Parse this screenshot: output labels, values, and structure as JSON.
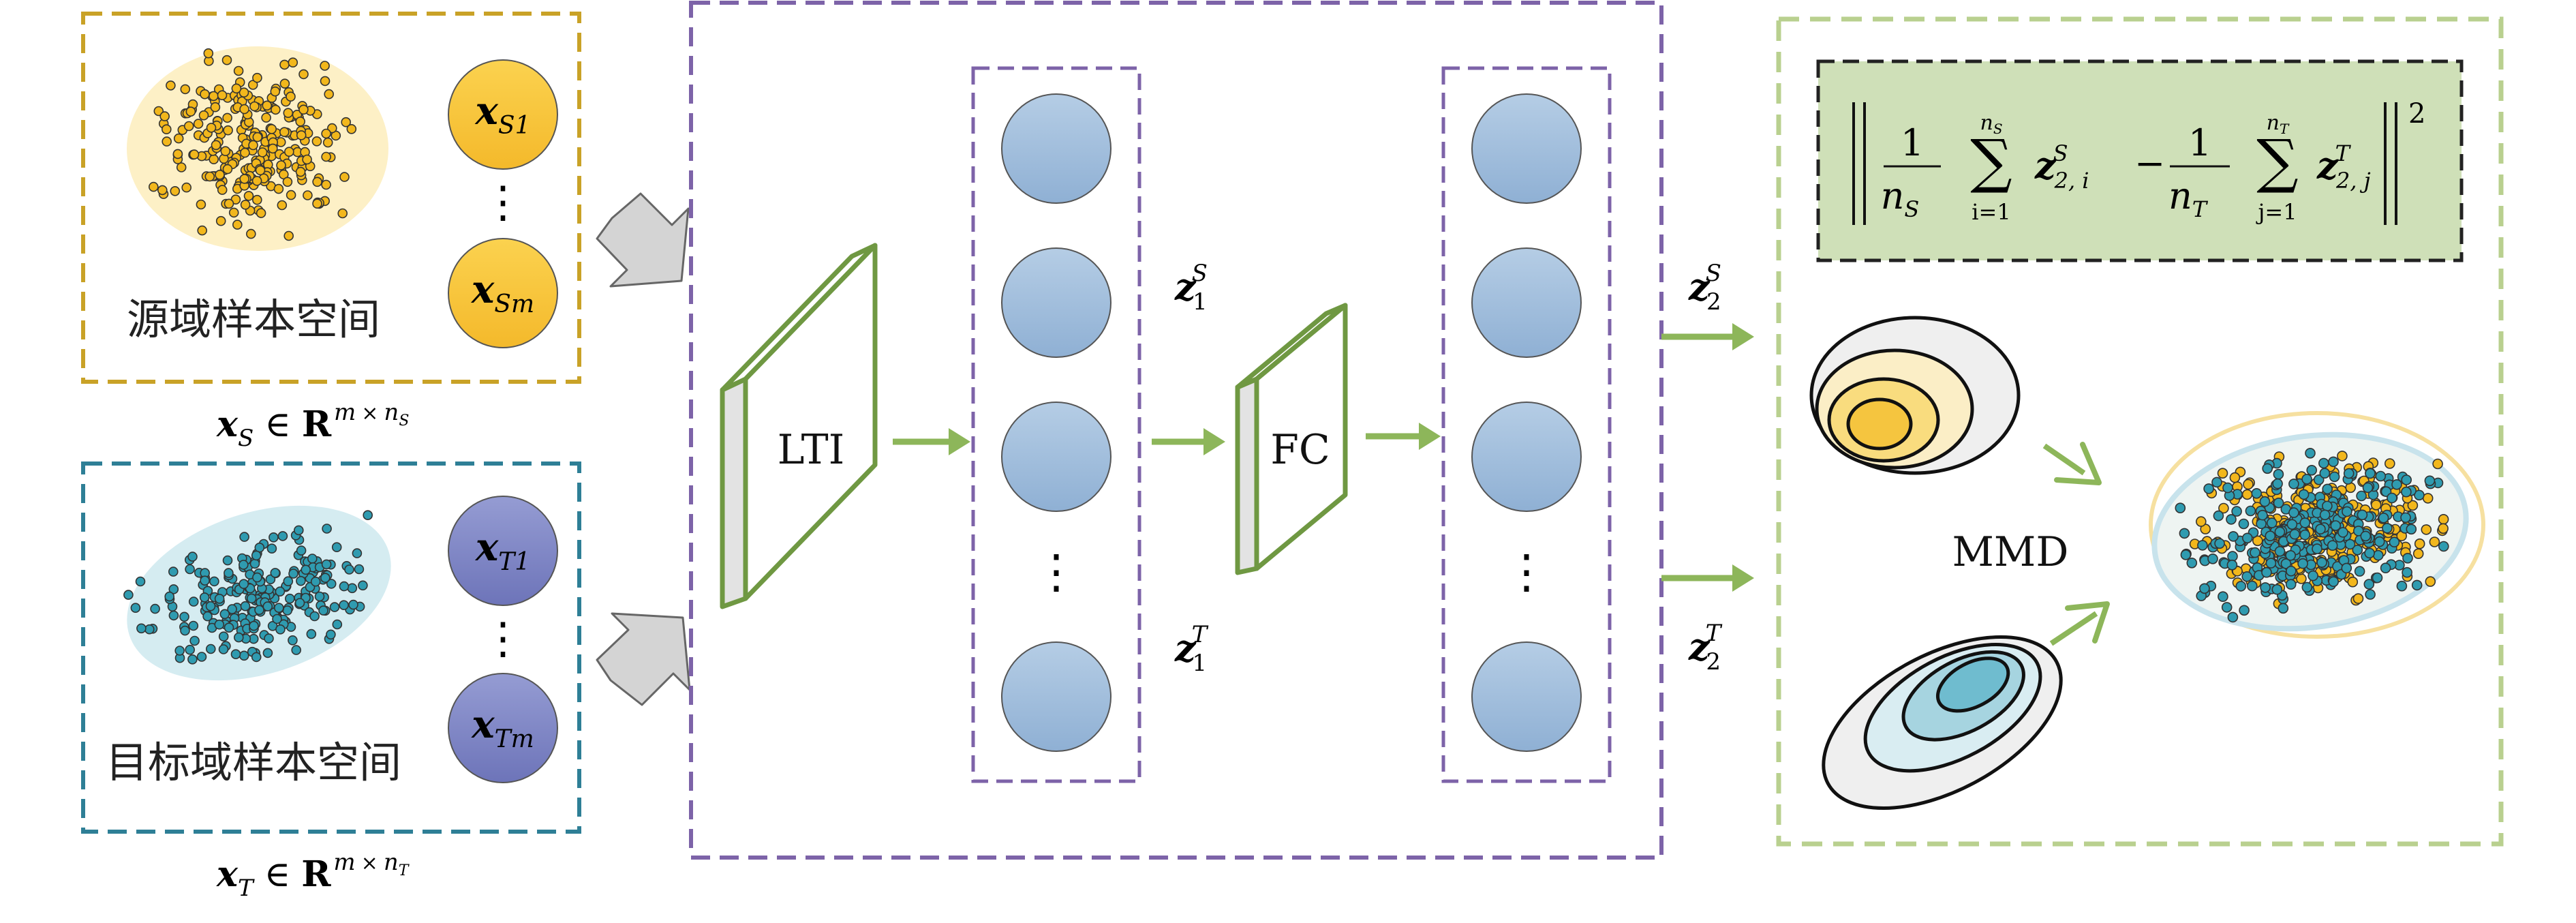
{
  "source_panel": {
    "label": "源域样本空间",
    "node_top": {
      "base": "x",
      "sub": "S1"
    },
    "node_bottom": {
      "base": "x",
      "sub": "Sm"
    },
    "vdots": "⋮",
    "caption": {
      "base": "x",
      "sub": "S",
      "rel": "∈",
      "set": "R",
      "sup_m": "m",
      "times": "×",
      "sup_n": "n",
      "sup_n_sub": "S"
    }
  },
  "target_panel": {
    "label": "目标域样本空间",
    "node_top": {
      "base": "x",
      "sub": "T1"
    },
    "node_bottom": {
      "base": "x",
      "sub": "Tm"
    },
    "vdots": "⋮",
    "caption": {
      "base": "x",
      "sub": "T",
      "rel": "∈",
      "set": "R",
      "sup_m": "m",
      "times": "×",
      "sup_n": "n",
      "sup_n_sub": "T"
    }
  },
  "network": {
    "lti_label": "LTI",
    "fc_label": "FC",
    "vdots": "⋮",
    "z1s": {
      "base": "z",
      "sub": "1",
      "sup": "S"
    },
    "z1t": {
      "base": "z",
      "sub": "1",
      "sup": "T"
    }
  },
  "outputs": {
    "z2s": {
      "base": "z",
      "sub": "2",
      "sup": "S"
    },
    "z2t": {
      "base": "z",
      "sub": "2",
      "sup": "T"
    }
  },
  "mmd_panel": {
    "label": "MMD",
    "formula": {
      "one": "1",
      "n": "n",
      "sub_S": "S",
      "sub_T": "T",
      "sum": "∑",
      "sum_lower_i": "i=1",
      "sum_lower_j": "j=1",
      "z": "z",
      "z_sub_i": "2, i",
      "z_sub_j": "2, j",
      "sup_S": "S",
      "sup_T": "T",
      "minus": "−",
      "exponent": "2"
    }
  },
  "colors": {
    "source_border": "#c9a227",
    "target_border": "#2e7f96",
    "network_border": "#7d63a8",
    "mmd_border": "#b9d08f",
    "formula_bg": "#cfe0b8",
    "green_arrow": "#8db65a",
    "layer_green": "#6f9842",
    "gray_arrow": "#cfcfcf",
    "node_blue": "#a3bfdc",
    "source_node": "#f7c438",
    "target_node": "#7f86c4",
    "source_dot": "#f2b71c",
    "target_dot": "#2f9bb0"
  }
}
